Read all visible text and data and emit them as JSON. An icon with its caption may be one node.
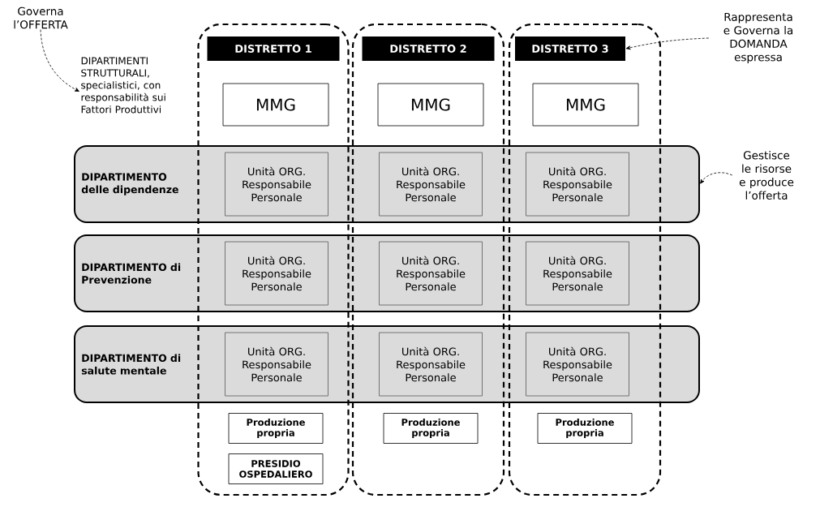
{
  "diagram": {
    "nodes": [
      {
        "text": [
          "Governa l’OFFERTA"
        ]
      },
      {
        "text": [
          "DIPARTIMENTI STRUTTURALI, specialistici, con responsabilità sui Fattori Produttivi"
        ]
      },
      {
        "text": [],
        "shape": "box"
      },
      {
        "text": [],
        "shape": "box"
      },
      {
        "text": [],
        "shape": "box"
      },
      {
        "text": [
          "DISTRETTO 1"
        ],
        "in": 2
      },
      {
        "text": [
          "DISTRETTO 2"
        ],
        "in": 3
      },
      {
        "text": [
          "DISTRETTO 3"
        ],
        "in": 4
      },
      {
        "text": [
          "Rappresenta e Governa la DOMANDA espressa"
        ]
      },
      {
        "text": [
          "MMG"
        ],
        "in": 2
      },
      {
        "text": [
          "MMG"
        ],
        "in": 3
      },
      {
        "text": [
          "MMG"
        ],
        "in": 4
      },
      {
        "text": [
          "Gestisce le risorse e produce l’offerta"
        ]
      },
      {
        "text": [
          "DIPARTIMENTO delle dipendenze"
        ]
      },
      {
        "text": [
          "Unità ORG. Responsabile Personale"
        ]
      },
      {
        "text": [
          "Unità ORG. Responsabile Personale"
        ]
      },
      {
        "text": [
          "Unità ORG. Responsabile Personale"
        ]
      },
      {
        "text": [
          "DIPARTIMENTO di Prevenzione"
        ]
      },
      {
        "text": [
          "Unità ORG. Responsabile Personale"
        ]
      },
      {
        "text": [
          "Unità ORG. Responsabile Personale"
        ]
      },
      {
        "text": [
          "Unità ORG. Responsabile Personale"
        ]
      },
      {
        "text": [
          "DIPARTIMENTO di salute mentale"
        ]
      },
      {
        "text": [
          "Unità ORG. Responsabile Personale"
        ]
      },
      {
        "text": [
          "Unità ORG. Responsabile Personale"
        ]
      },
      {
        "text": [
          "Unità ORG. Responsabile Personale"
        ]
      },
      {
        "text": [
          "Produzione propria"
        ],
        "in": 2
      },
      {
        "text": [
          "Produzione propria"
        ],
        "in": 3
      },
      {
        "text": [
          "Produzione propria"
        ],
        "in": 4
      },
      {
        "text": [
          "PRESIDIO OSPEDALIERO"
        ],
        "in": 2
      }
    ],
    "edges": [
      {
        "from": 0,
        "to": 1,
        "arrow": "to",
        "style": "dashed"
      },
      {
        "from": 8,
        "to": 7,
        "arrow": "to",
        "style": "dashed"
      },
      {
        "from": 12,
        "to": 13,
        "arrow": "to",
        "style": "dashed"
      }
    ]
  }
}
